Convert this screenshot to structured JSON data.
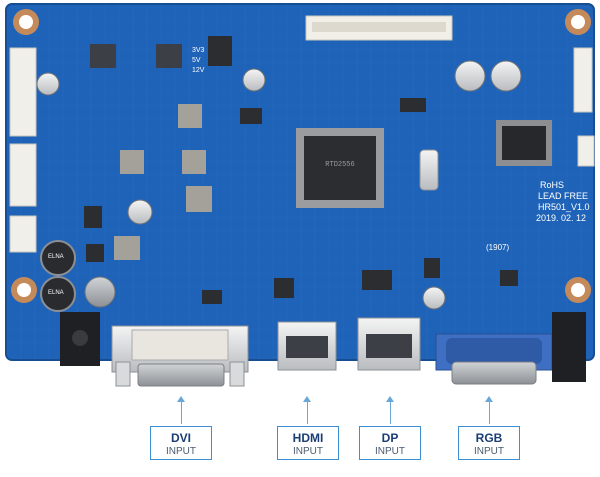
{
  "colors": {
    "pcb": "#1f63b8",
    "pcb_dark": "#184f9a",
    "accent": "#3e8ed0",
    "label_text": "#1b3d73"
  },
  "silkscreen": {
    "rohs": "RoHS",
    "lead_free": "LEAD FREE",
    "model": "HR501_V1.0",
    "date": "2019. 02. 12",
    "ul_code": "(1907)",
    "voltage_labels": [
      "3V3",
      "5V",
      "12V"
    ],
    "cap_labels": [
      "ELNA",
      "ELNA"
    ]
  },
  "connectors": [
    {
      "name": "DVI",
      "sub": "INPUT"
    },
    {
      "name": "HDMI",
      "sub": "INPUT"
    },
    {
      "name": "DP",
      "sub": "INPUT"
    },
    {
      "name": "RGB",
      "sub": "INPUT"
    }
  ]
}
